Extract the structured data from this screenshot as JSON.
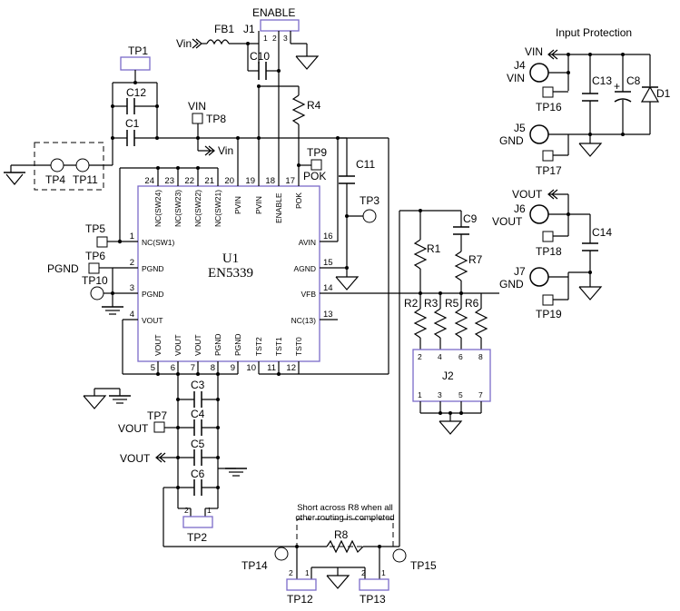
{
  "ic": {
    "ref": "U1",
    "part": "EN5339"
  },
  "pins": {
    "top": [
      {
        "num": "24",
        "name": "NC(SW24)"
      },
      {
        "num": "23",
        "name": "NC(SW23)"
      },
      {
        "num": "22",
        "name": "NC(SW22)"
      },
      {
        "num": "21",
        "name": "NC(SW21)"
      },
      {
        "num": "20",
        "name": "PVIN"
      },
      {
        "num": "19",
        "name": "PVIN"
      },
      {
        "num": "18",
        "name": "ENABLE"
      },
      {
        "num": "17",
        "name": "POK"
      }
    ],
    "left": [
      {
        "num": "1",
        "name": "NC(SW1)"
      },
      {
        "num": "2",
        "name": "PGND"
      },
      {
        "num": "3",
        "name": "PGND"
      },
      {
        "num": "4",
        "name": "VOUT"
      }
    ],
    "right": [
      {
        "num": "16",
        "name": "AVIN"
      },
      {
        "num": "15",
        "name": "AGND"
      },
      {
        "num": "14",
        "name": "VFB"
      },
      {
        "num": "13",
        "name": "NC(13)"
      }
    ],
    "bottom": [
      {
        "num": "5",
        "name": "VOUT"
      },
      {
        "num": "6",
        "name": "VOUT"
      },
      {
        "num": "7",
        "name": "VOUT"
      },
      {
        "num": "8",
        "name": "PGND"
      },
      {
        "num": "9",
        "name": "PGND"
      },
      {
        "num": "10",
        "name": "TST2"
      },
      {
        "num": "11",
        "name": "TST1"
      },
      {
        "num": "12",
        "name": "TST0"
      }
    ]
  },
  "labels": {
    "enable": "ENABLE",
    "j1": "J1",
    "j1_p1": "1",
    "j1_p2": "2",
    "j1_p3": "3",
    "fb1": "FB1",
    "vin_fb": "Vin",
    "vin_arrow": "Vin",
    "vin_tp8": "VIN",
    "tp8": "TP8",
    "tp1": "TP1",
    "c12": "C12",
    "c1": "C1",
    "c10": "C10",
    "r4": "R4",
    "tp9": "TP9",
    "pok": "POK",
    "c11": "C11",
    "tp3": "TP3",
    "tp4": "TP4",
    "tp11": "TP11",
    "tp5": "TP5",
    "tp6": "TP6",
    "pgnd": "PGND",
    "tp10": "TP10",
    "c9": "C9",
    "r1": "R1",
    "r7": "R7",
    "r2": "R2",
    "r3": "R3",
    "r5": "R5",
    "r6": "R6",
    "j2": "J2",
    "j2_top": [
      "2",
      "4",
      "6",
      "8"
    ],
    "j2_bot": [
      "1",
      "3",
      "5",
      "7"
    ],
    "c3": "C3",
    "c4": "C4",
    "c5": "C5",
    "c6": "C6",
    "tp7": "TP7",
    "vout_tp7": "VOUT",
    "vout_arrow": "VOUT",
    "tp2": "TP2",
    "tp2_p2": "2",
    "tp2_p1": "1",
    "short_note_1": "Short across R8 when all",
    "short_note_2": "other routing is completed",
    "r8": "R8",
    "tp14": "TP14",
    "tp15": "TP15",
    "tp12": "TP12",
    "tp13": "TP13",
    "tp12_p2": "2",
    "tp12_p1": "1",
    "tp13_p2": "2",
    "tp13_p1": "1",
    "input_protection": "Input Protection",
    "vin_ip": "VIN",
    "j4": "J4",
    "j4_vin": "VIN",
    "tp16": "TP16",
    "c13": "C13",
    "c8": "C8",
    "plus": "+",
    "d1": "D1",
    "j5": "J5",
    "gnd_j5": "GND",
    "tp17": "TP17",
    "vout_out": "VOUT",
    "j6": "J6",
    "j6_vout": "VOUT",
    "c14": "C14",
    "tp18": "TP18",
    "j7": "J7",
    "gnd_j7": "GND",
    "tp19": "TP19"
  }
}
